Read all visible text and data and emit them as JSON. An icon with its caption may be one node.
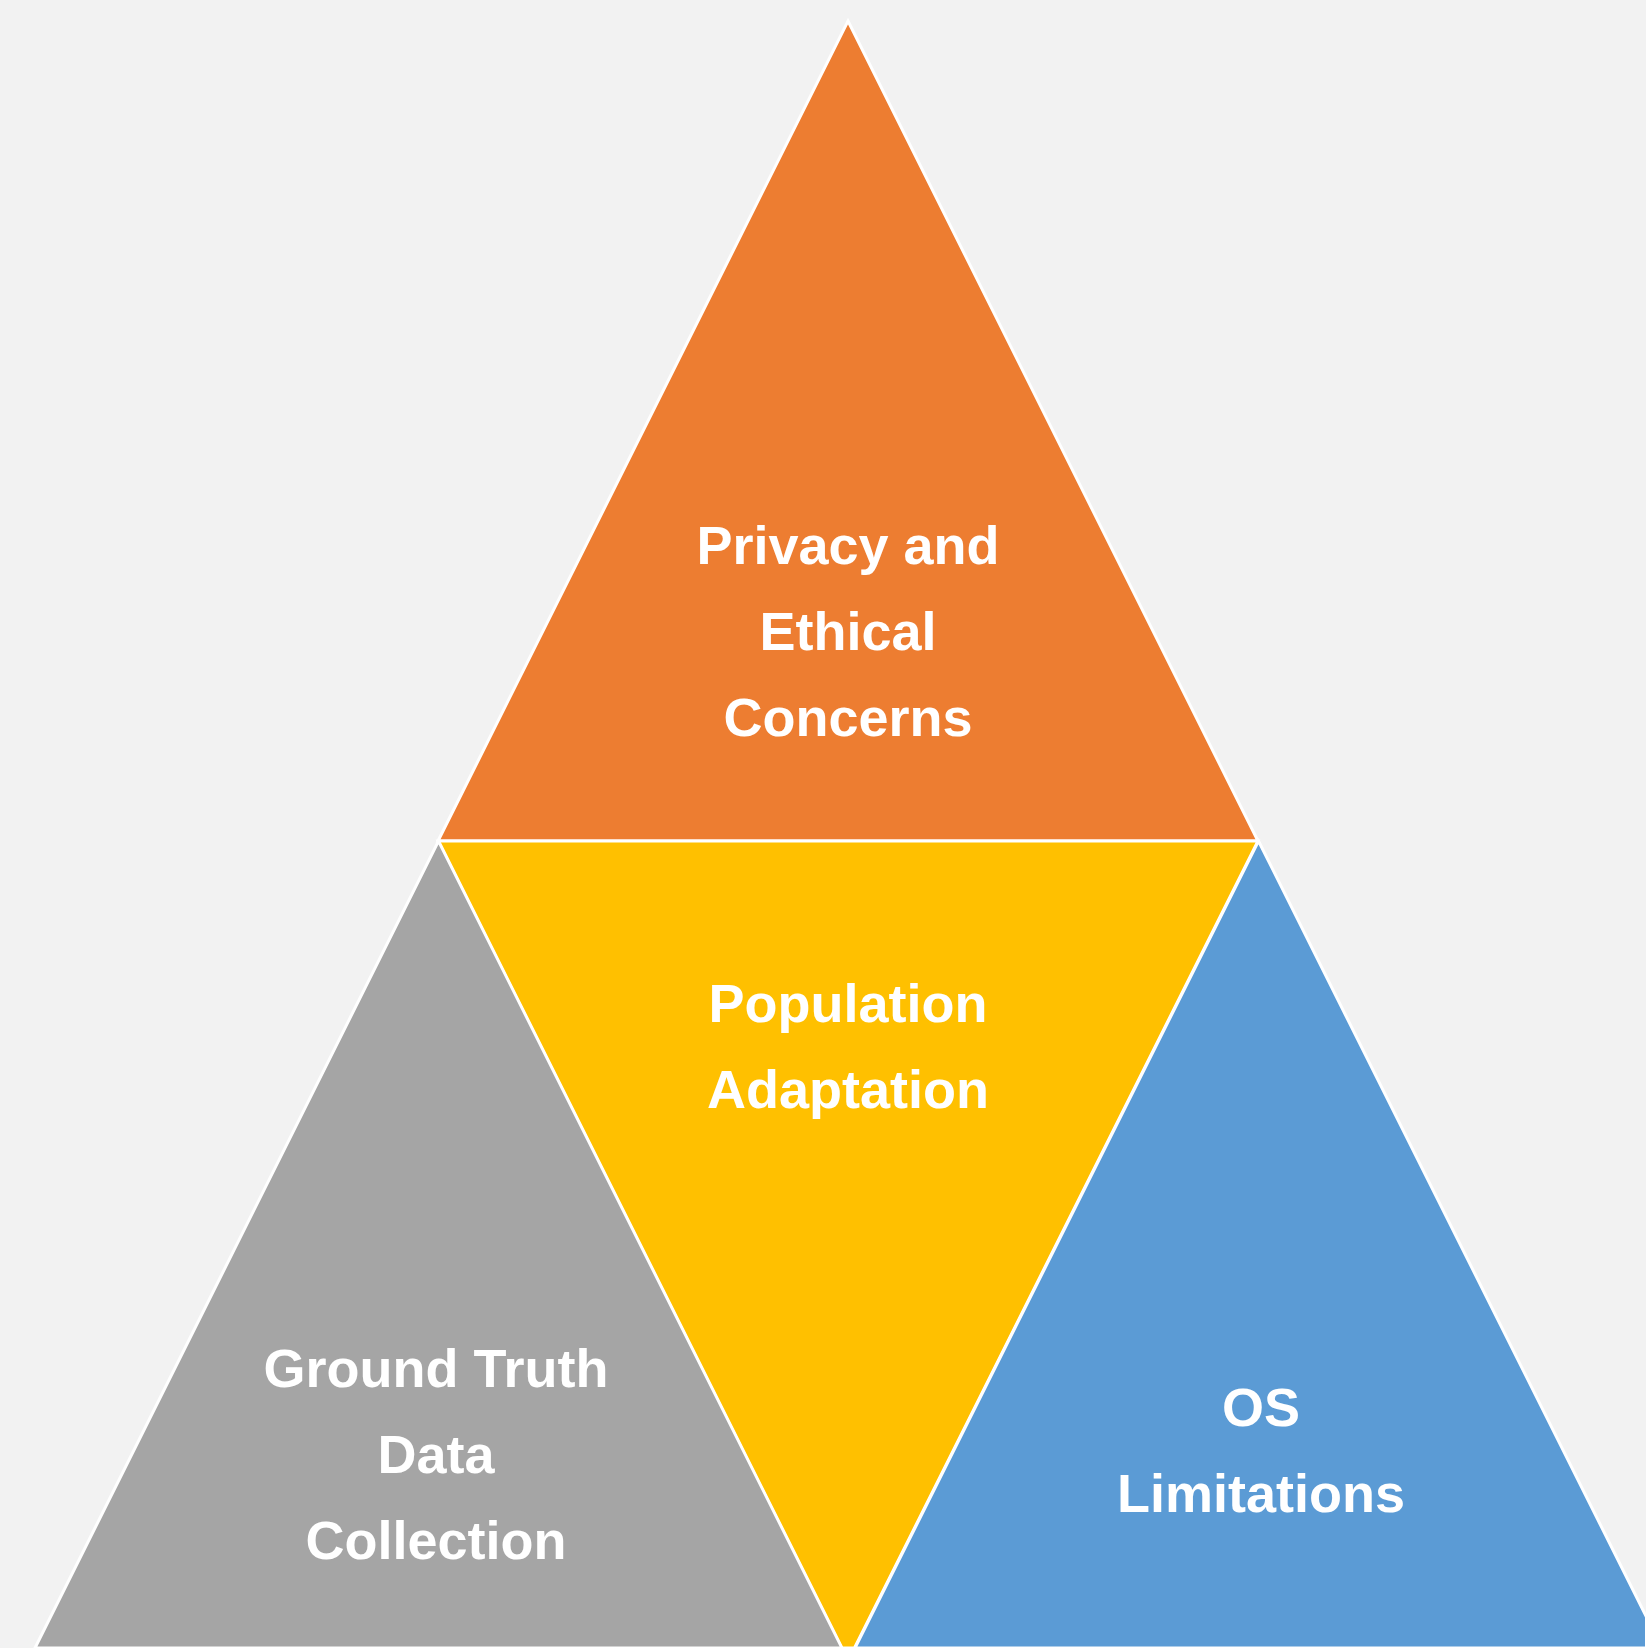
{
  "diagram": {
    "nodes": [
      {
        "text": [
          "Privacy and Ethical Concerns"
        ]
      },
      {
        "text": [
          "Population Adaptation"
        ]
      },
      {
        "text": [
          "Ground Truth Data Collection"
        ]
      },
      {
        "text": [
          "OS Limitations"
        ]
      }
    ]
  }
}
